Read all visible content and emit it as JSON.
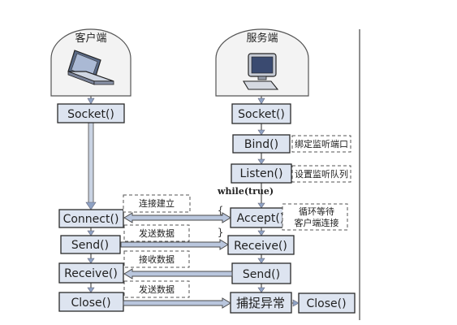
{
  "client": {
    "title": "客户端",
    "steps": {
      "socket": "Socket()",
      "connect": "Connect()",
      "send": "Send()",
      "receive": "Receive()",
      "close": "Close()"
    }
  },
  "server": {
    "title": "服务端",
    "steps": {
      "socket": "Socket()",
      "bind": "Bind()",
      "listen": "Listen()",
      "accept": "Accept()",
      "receive": "Receive()",
      "send": "Send()",
      "catch": "捕捉异常",
      "close": "Close()"
    },
    "notes": {
      "bind": "绑定监听端口",
      "listen": "设置监听队列",
      "accept_line1": "循环等待",
      "accept_line2": "客户端连接"
    },
    "loop_label": "while(true)",
    "brace_open": "{",
    "brace_close": "}"
  },
  "messages": {
    "connect": "连接建立",
    "send": "发送数据",
    "receive": "接收数据",
    "close": "发送数据"
  }
}
